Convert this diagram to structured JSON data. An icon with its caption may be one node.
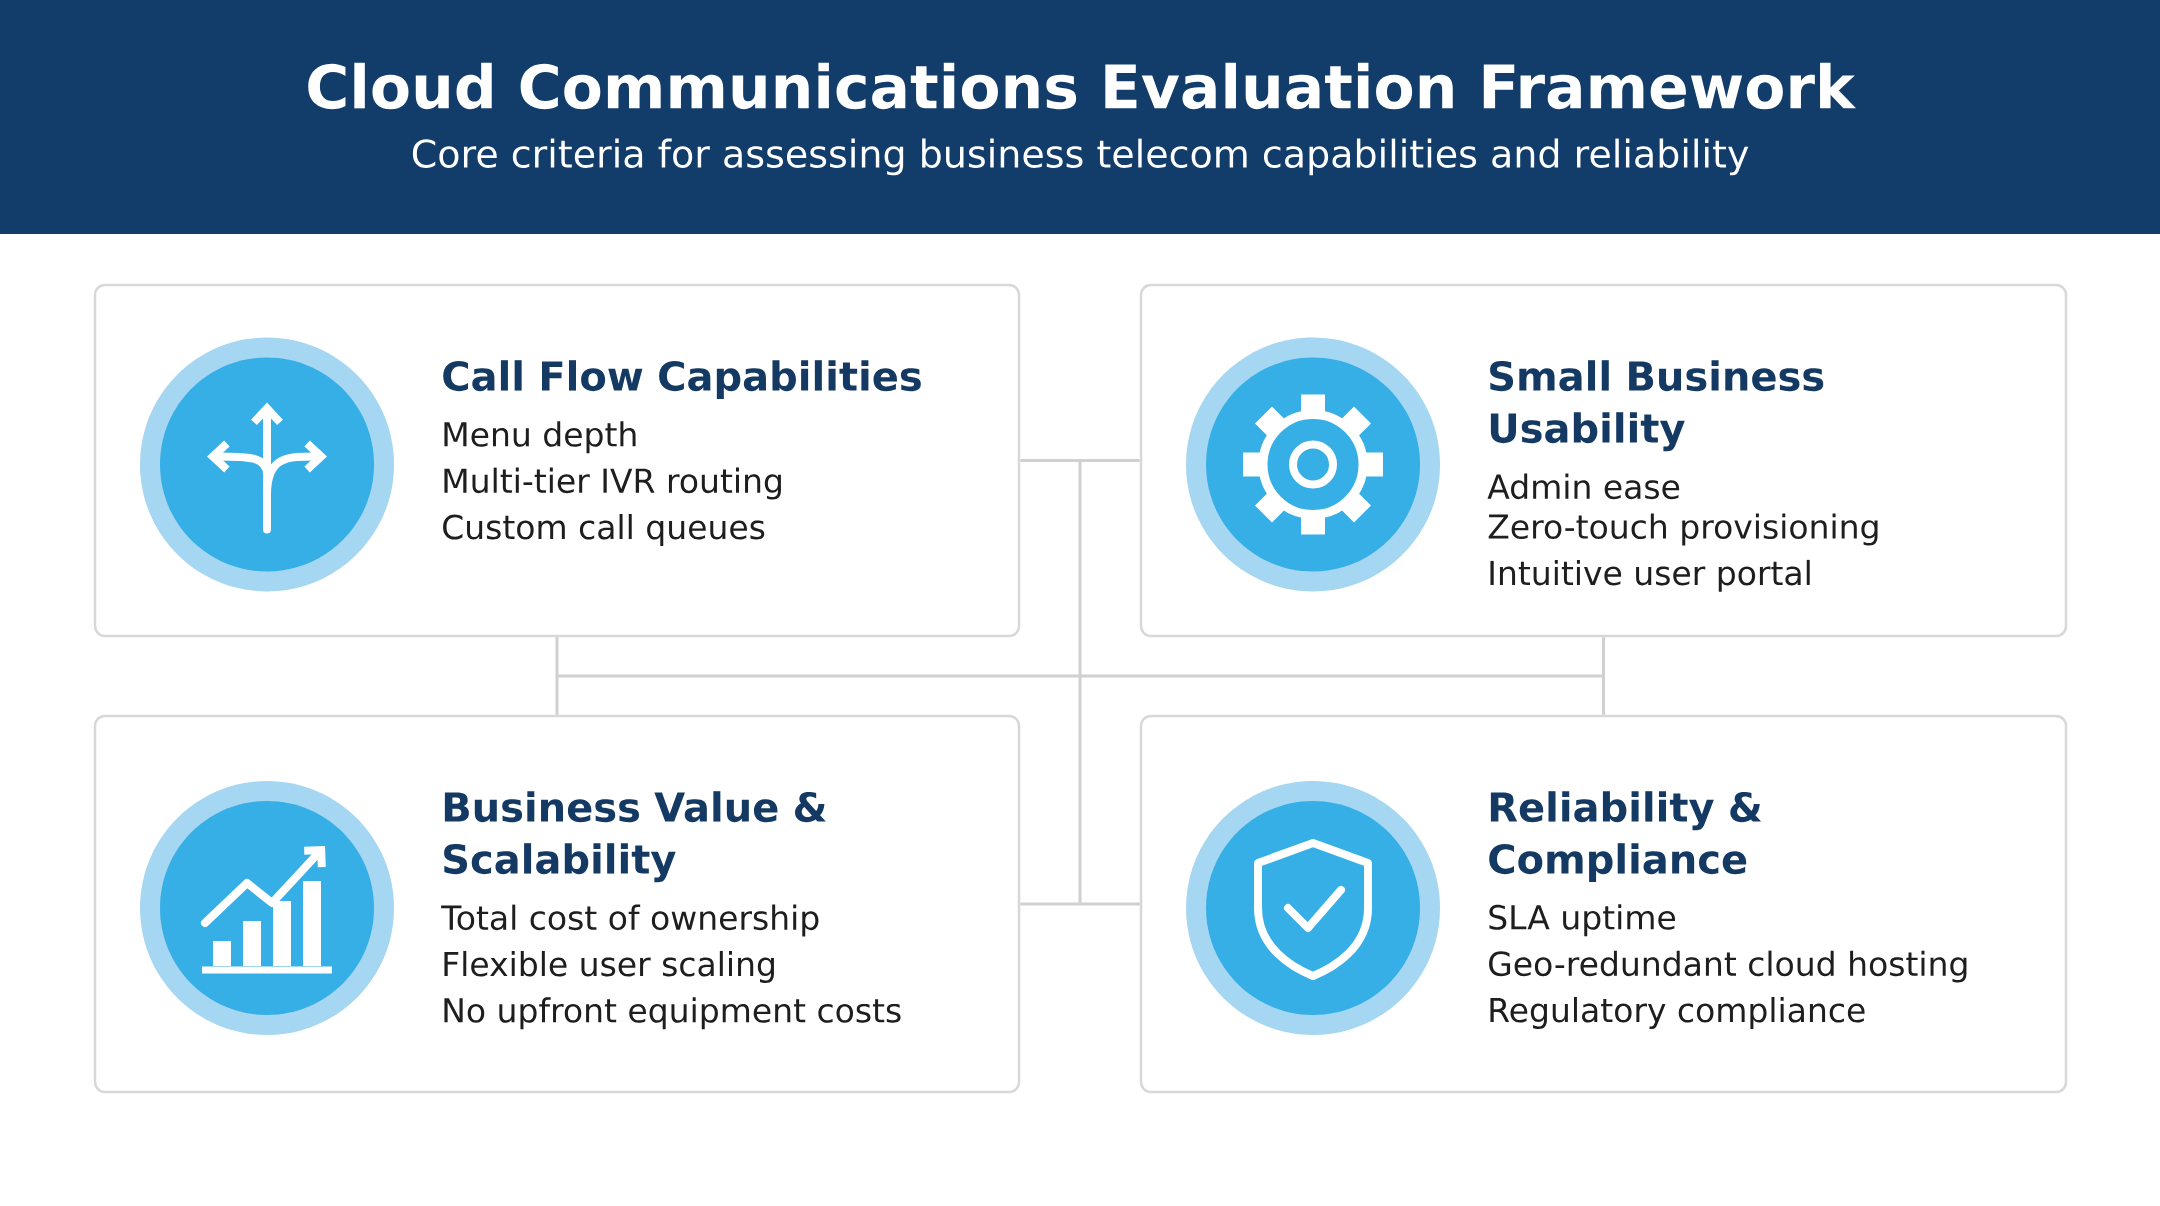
{
  "diagram": {
    "title": "Cloud Communications Evaluation Framework",
    "nodes": [
      {
        "text": [
          "Call Flow Capabilities",
          "Menu depth",
          "Multi-tier IVR routing",
          "Custom call queues"
        ]
      },
      {
        "text": [
          "Small Business Usability",
          "Admin ease",
          "Zero-touch provisioning",
          "Intuitive user portal"
        ]
      },
      {
        "text": [
          "Business Value & Scalability",
          "Total cost of ownership",
          "Flexible user scaling",
          "No upfront equipment costs"
        ]
      },
      {
        "text": [
          "Reliability & Compliance",
          "SLA uptime",
          "Geo-redundant cloud hosting",
          "Regulatory compliance"
        ]
      }
    ],
    "edges": [
      {
        "from": 0,
        "to": 1,
        "arrow": "none"
      },
      {
        "from": 2,
        "to": 3,
        "arrow": "none"
      },
      {
        "from": 0,
        "to": 2,
        "arrow": "none"
      },
      {
        "from": 1,
        "to": 3,
        "arrow": "none"
      }
    ],
    "labels": [
      "Core criteria for assessing business telecom capabilities and reliability"
    ]
  }
}
